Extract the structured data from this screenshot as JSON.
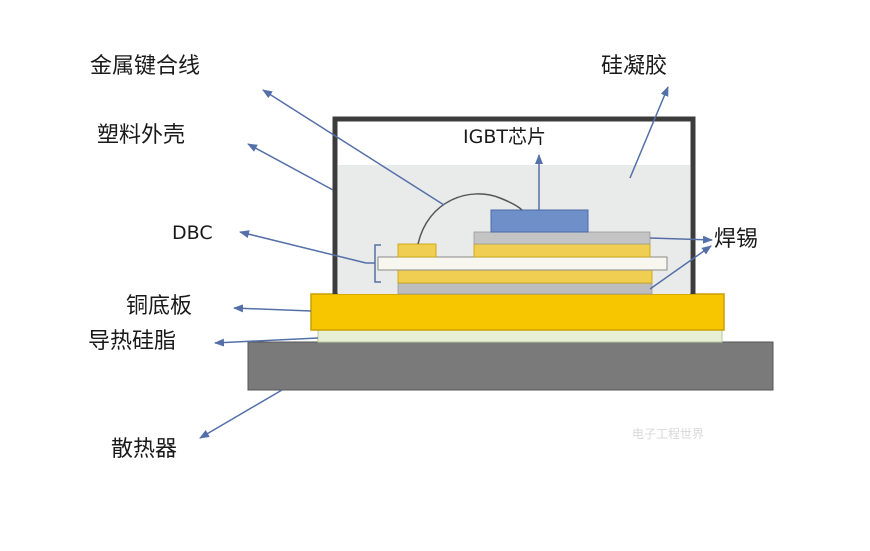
{
  "labels": {
    "bond_wire": "金属键合线",
    "silicone_gel": "硅凝胶",
    "plastic_shell": "塑料外壳",
    "igbt_chip": "IGBT芯片",
    "dbc": "DBC",
    "solder": "焊锡",
    "copper_base": "铜底板",
    "thermal_grease": "导热硅脂",
    "heat_sink": "散热器"
  },
  "colors": {
    "shell": "#3c3c3c",
    "gel": "#e9eaea",
    "chip": "#6f8fc8",
    "solder": "#bdbdbd",
    "copper_layer": "#f0ce52",
    "ceramic": "#f7f7f0",
    "copper_base": "#f7c600",
    "copper_base_edge": "#c9a000",
    "grease": "#e7f0d4",
    "heat_sink": "#7a7a7a",
    "arrow": "#5570a8",
    "wire": "#555555"
  },
  "watermark": "电子工程世界"
}
